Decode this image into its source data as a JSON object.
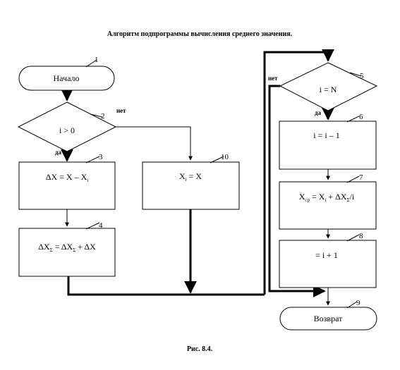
{
  "title": "Алгоритм подпрограммы вычисления среднего значения.",
  "caption": "Рис. 8.4.",
  "blocks": {
    "b1": {
      "num": "1",
      "text": "Начало"
    },
    "b2": {
      "num": "2",
      "text": "i > 0"
    },
    "b3": {
      "num": "3",
      "text_pre": "ΔX = X – X",
      "sub": "i"
    },
    "b4": {
      "num": "4",
      "text_a": "ΔX",
      "sub_a": "Σ",
      "text_b": " = ΔX",
      "sub_b": "Σ",
      "text_c": " + ΔX"
    },
    "b5": {
      "num": "5",
      "text": "i = N"
    },
    "b6": {
      "num": "6",
      "text": "i = i – 1"
    },
    "b7": {
      "num": "7",
      "text_a": "X",
      "sub_a": "ср",
      "text_b": " = X",
      "sub_b": "i",
      "text_c": " + ΔX",
      "sub_c": "Σ",
      "text_d": "/i"
    },
    "b8": {
      "num": "8",
      "text": "= i + 1"
    },
    "b9": {
      "num": "9",
      "text": "Возврат"
    },
    "b10": {
      "num": "10",
      "text_a": "X",
      "sub_a": "i",
      "text_b": " = X"
    }
  },
  "branch_labels": {
    "yes": "да",
    "no": "нет"
  }
}
